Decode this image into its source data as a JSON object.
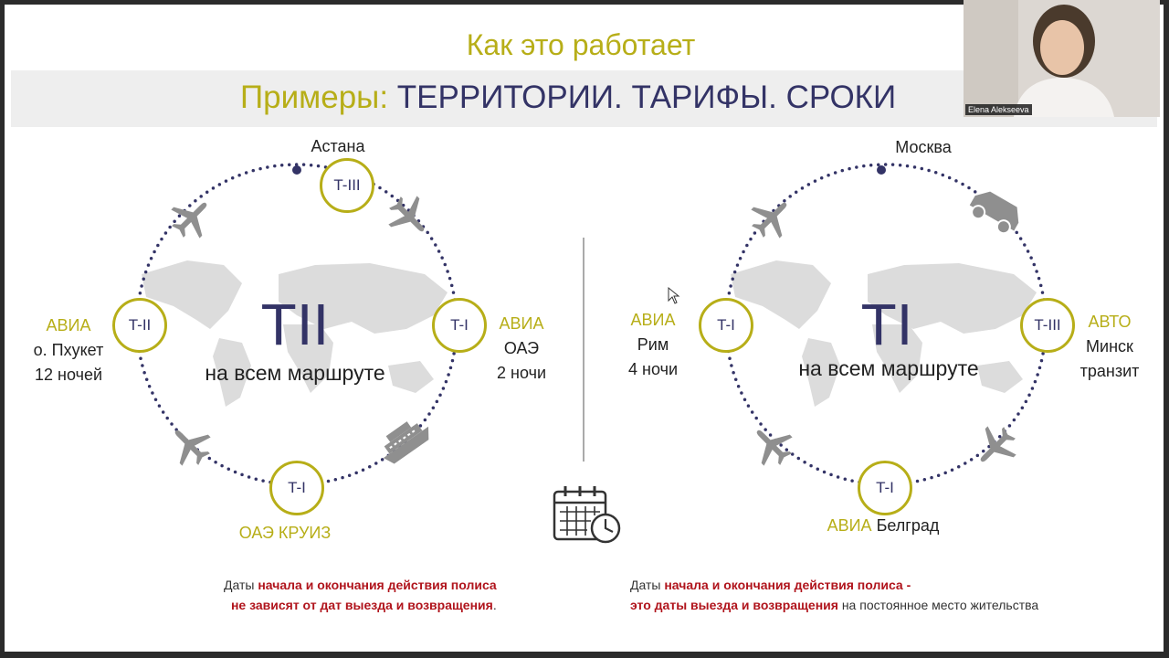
{
  "slide": {
    "title": "Как это работает",
    "subtitle_prefix": "Примеры:",
    "subtitle_main": "ТЕРРИТОРИИ.  ТАРИФЫ.  СРОКИ"
  },
  "left": {
    "top_city": "Астана",
    "center_tariff": "TII",
    "center_caption": "на всем маршруте",
    "nodes": [
      "T-III",
      "T-I",
      "T-I",
      "T-II"
    ],
    "right_label": {
      "mode": "АВИА",
      "place": "ОАЭ",
      "duration": "2 ночи"
    },
    "left_label": {
      "mode": "АВИА",
      "place": "о. Пхукет",
      "duration": "12 ночей"
    },
    "bottom_label": "ОАЭ КРУИЗ",
    "note": {
      "l1_a": "Даты ",
      "l1_b": "начала и окончания действия полиса",
      "l2_a": "не зависят от дат выезда и возвращения",
      "l2_b": "."
    }
  },
  "right": {
    "top_city": "Москва",
    "center_tariff": "TI",
    "center_caption": "на всем маршруте",
    "nodes": [
      "T-III",
      "T-I",
      "T-I"
    ],
    "right_label": {
      "mode": "АВТО",
      "place": "Минск",
      "duration": "транзит"
    },
    "left_label": {
      "mode": "АВИА",
      "place": "Рим",
      "duration": "4 ночи"
    },
    "bottom_label_mode": "АВИА",
    "bottom_label_place": "Белград",
    "note": {
      "l1_a": "Даты ",
      "l1_b": "начала и окончания действия полиса -",
      "l2_a": "это даты выезда и возвращения",
      "l2_b": " на постоянное место жительства"
    }
  },
  "video": {
    "participant_name": "Elena Alekseeva"
  },
  "icons": [
    "airplane-icon",
    "ship-icon",
    "car-icon",
    "calendar-clock-icon",
    "mouse-cursor-icon"
  ],
  "colors": {
    "accent_gold": "#b7ae18",
    "navy": "#333366",
    "note_red": "#b0141c",
    "map_gray": "#dcdcdc",
    "icon_gray": "#8f8f8f"
  }
}
